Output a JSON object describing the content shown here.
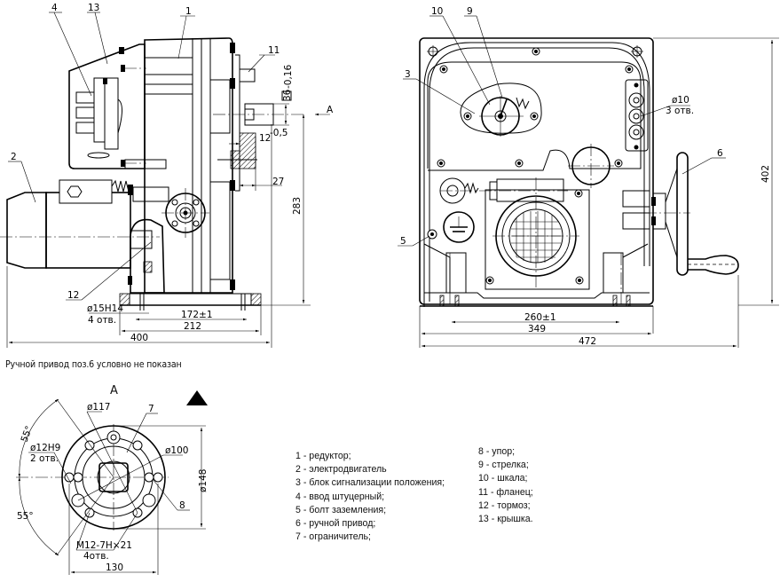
{
  "drawing": {
    "title": "Электропривод — габаритный чертёж",
    "views": {
      "side": {
        "callouts": [
          "1",
          "2",
          "4",
          "11",
          "12",
          "13"
        ],
        "dimensions": {
          "shaft_square": "36",
          "shaft_square_tol": "-0,16",
          "flange_step": "12",
          "flange_step_tol": "-0,5",
          "shaft_offset": "27",
          "height_axis": "283",
          "holes": "ø15H14",
          "holes_count": "4 отв.",
          "bolt_spacing": "172±1",
          "base_length": "212",
          "overall_length": "400"
        },
        "view_arrow": "А"
      },
      "front": {
        "callouts": [
          "3",
          "5",
          "6",
          "9",
          "10"
        ],
        "dimensions": {
          "hole_dia": "ø10",
          "hole_count": "3 отв.",
          "bolt_spacing": "260±1",
          "base_width": "349",
          "overall_width": "472",
          "overall_height": "402"
        }
      },
      "view_a": {
        "title": "А",
        "callouts": [
          "7",
          "8"
        ],
        "dimensions": {
          "pcd_outer": "ø117",
          "pcd_inner": "ø100",
          "flange_dia": "ø148",
          "pin_holes": "ø12H9",
          "pin_holes_count": "2 отв.",
          "angle_top": "55°",
          "angle_bottom": "55°",
          "thread": "M12-7H×21",
          "thread_count": "4отв.",
          "width": "130"
        }
      }
    },
    "note": "Ручной привод поз.6 условно не показан",
    "legend_left": [
      "1 - редуктор;",
      "2 - электродвигатель",
      "3 - блок сигнализации положения;",
      "4 - ввод штуцерный;",
      "5 - болт заземления;",
      "6 - ручной привод;",
      "7 - ограничитель;"
    ],
    "legend_right": [
      "8 - упор;",
      "9 - стрелка;",
      "10 - шкала;",
      "11 - фланец;",
      "12 - тормоз;",
      "13 - крышка."
    ]
  }
}
